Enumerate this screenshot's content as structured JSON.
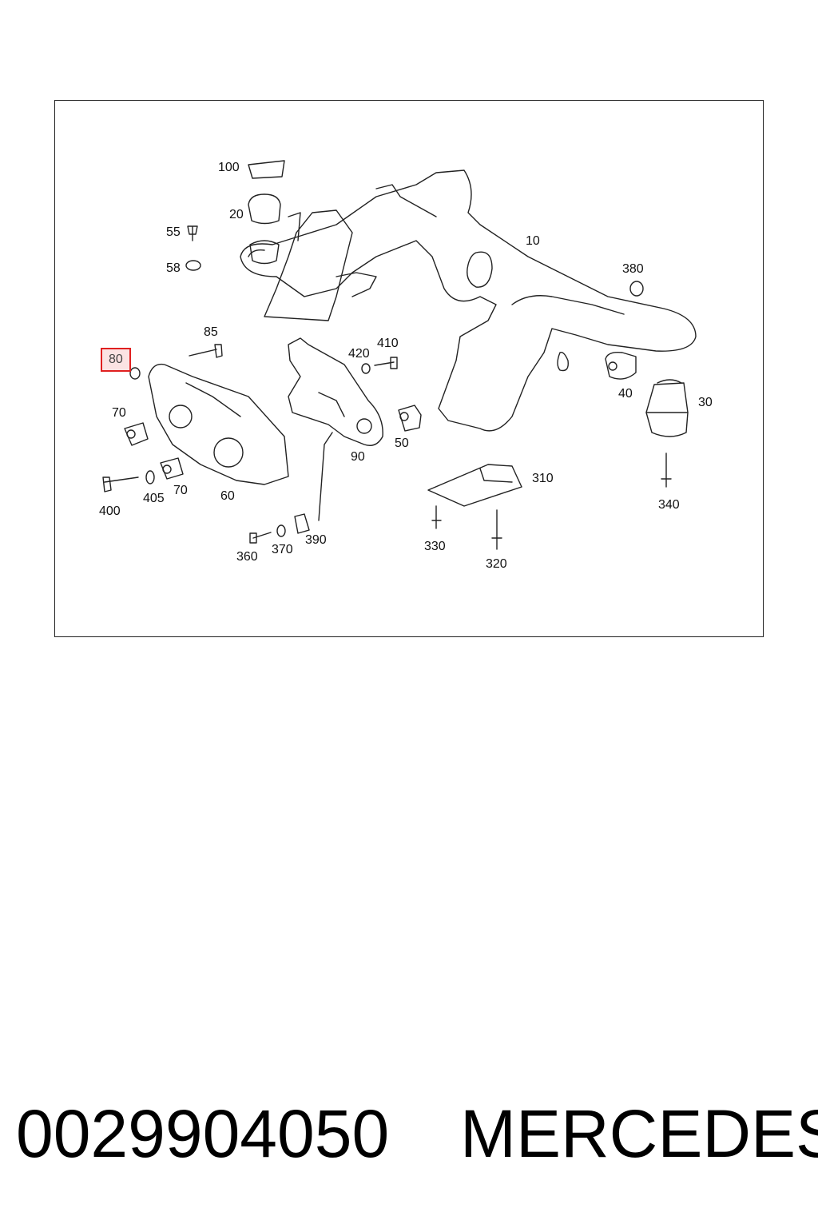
{
  "diagram": {
    "callouts": [
      {
        "id": "c100",
        "label": "100"
      },
      {
        "id": "c20",
        "label": "20"
      },
      {
        "id": "c55",
        "label": "55"
      },
      {
        "id": "c58",
        "label": "58"
      },
      {
        "id": "c10",
        "label": "10"
      },
      {
        "id": "c380",
        "label": "380"
      },
      {
        "id": "c85",
        "label": "85"
      },
      {
        "id": "c80",
        "label": "80",
        "highlighted": true
      },
      {
        "id": "c420",
        "label": "420"
      },
      {
        "id": "c410",
        "label": "410"
      },
      {
        "id": "c40",
        "label": "40"
      },
      {
        "id": "c30",
        "label": "30"
      },
      {
        "id": "c70a",
        "label": "70"
      },
      {
        "id": "c50",
        "label": "50"
      },
      {
        "id": "c90",
        "label": "90"
      },
      {
        "id": "c310",
        "label": "310"
      },
      {
        "id": "c400",
        "label": "400"
      },
      {
        "id": "c405",
        "label": "405"
      },
      {
        "id": "c70b",
        "label": "70"
      },
      {
        "id": "c60",
        "label": "60"
      },
      {
        "id": "c340",
        "label": "340"
      },
      {
        "id": "c330",
        "label": "330"
      },
      {
        "id": "c360",
        "label": "360"
      },
      {
        "id": "c370",
        "label": "370"
      },
      {
        "id": "c390",
        "label": "390"
      },
      {
        "id": "c320",
        "label": "320"
      }
    ],
    "highlight_color": "#e02020"
  },
  "footer": {
    "part_number": "0029904050",
    "brand": "MERCEDES"
  }
}
